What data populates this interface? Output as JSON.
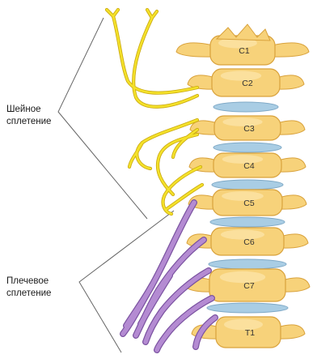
{
  "labels": {
    "cervical_plexus": [
      "Шейное",
      "сплетение"
    ],
    "brachial_plexus": [
      "Плечевое",
      "сплетение"
    ]
  },
  "vertebrae": [
    "C1",
    "C2",
    "C3",
    "C4",
    "C5",
    "C6",
    "C7",
    "T1"
  ],
  "colors": {
    "bone": "#f7d27a",
    "bone_dark": "#d9a23c",
    "disc": "#a9cde4",
    "cervical_nerve": "#f4e12a",
    "cervical_nerve_edge": "#c9a80e",
    "brachial_nerve": "#b48bd2",
    "brachial_nerve_edge": "#7a52a0"
  }
}
